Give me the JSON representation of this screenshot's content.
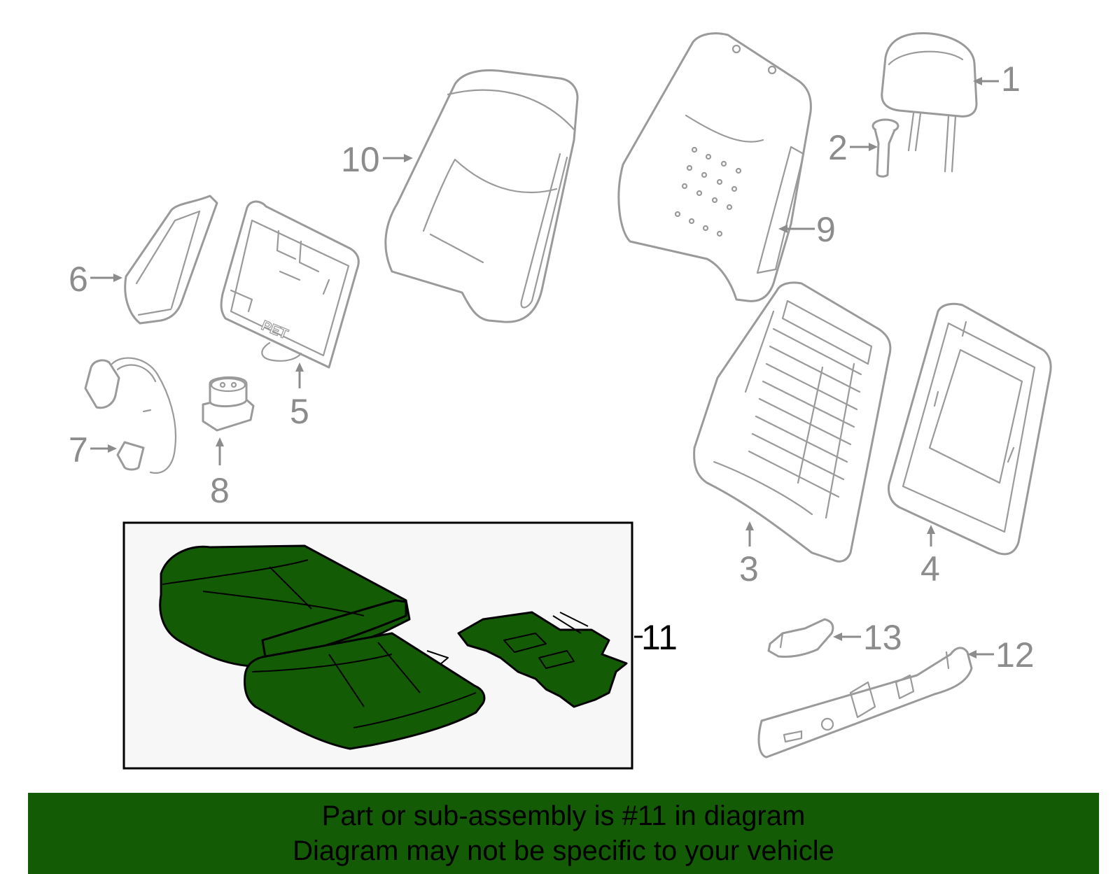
{
  "diagram": {
    "highlight_color": "#135c05",
    "highlighted_part": "11",
    "callouts": [
      {
        "id": "1",
        "label": "1"
      },
      {
        "id": "2",
        "label": "2"
      },
      {
        "id": "3",
        "label": "3"
      },
      {
        "id": "4",
        "label": "4"
      },
      {
        "id": "5",
        "label": "5"
      },
      {
        "id": "6",
        "label": "6"
      },
      {
        "id": "7",
        "label": "7"
      },
      {
        "id": "8",
        "label": "8"
      },
      {
        "id": "9",
        "label": "9"
      },
      {
        "id": "10",
        "label": "10"
      },
      {
        "id": "11",
        "label": "11"
      },
      {
        "id": "12",
        "label": "12"
      },
      {
        "id": "13",
        "label": "13"
      }
    ],
    "part5_stamp": "PET"
  },
  "banner": {
    "line1": "Part or sub-assembly is #11 in diagram",
    "line2": "Diagram may not be specific to your vehicle"
  }
}
